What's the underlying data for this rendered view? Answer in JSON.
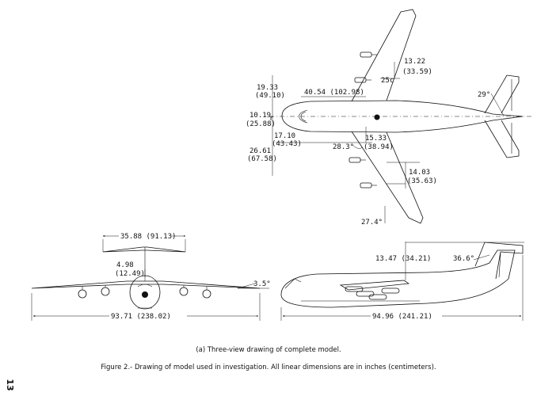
{
  "page_number": "13",
  "subcaption": "(a)  Three-view drawing of complete model.",
  "figure_caption": "Figure 2.-  Drawing of model used in investigation.  All linear dimensions are in inches  (centimeters).",
  "plan_view": {
    "dim_wing_chord": {
      "line1": "13.22",
      "line2": "(33.59)"
    },
    "dim_wing_offset": "25c",
    "dim_upper_left": {
      "line1": "19.33",
      "line2": "(49.10)"
    },
    "dim_wing_station": "40.54  (102.98)",
    "dim_nose": {
      "line1": "10.19",
      "line2": "(25.88)"
    },
    "dim_nose_marker": "r",
    "dim_mid": {
      "line1": "17.10",
      "line2": "(43.43)"
    },
    "dim_engine": {
      "line1": "15.33",
      "line2": "(38.94)"
    },
    "dim_total": {
      "line1": "26.61",
      "line2": "(67.58)"
    },
    "angle_inner": "28.3°",
    "dim_tip": {
      "line1": "14.03",
      "line2": "(35.63)"
    },
    "angle_tail": "29°",
    "angle_wing": "27.4°"
  },
  "front_view": {
    "dim_tail_span": "35.88  (91.13)",
    "dim_height": {
      "line1": "4.98",
      "line2": "(12.49)"
    },
    "angle_dihedral": "3.5°",
    "dim_span": "93.71  (238.02)"
  },
  "side_view": {
    "dim_height": "13.47  (34.21)",
    "angle_tail": "36.6°",
    "dim_length": "94.96  (241.21)"
  }
}
